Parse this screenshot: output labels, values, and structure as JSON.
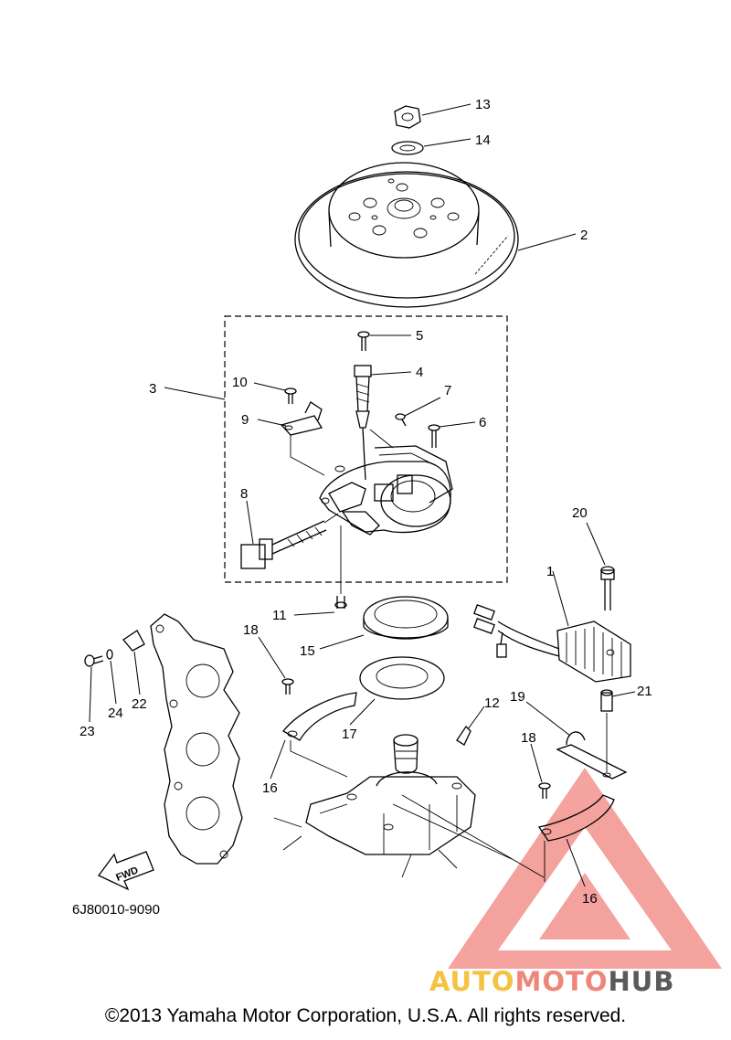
{
  "diagram": {
    "drawing_code": "6J80010-9090",
    "fwd_label": "FWD",
    "callouts": [
      "1",
      "2",
      "3",
      "4",
      "5",
      "6",
      "7",
      "8",
      "9",
      "10",
      "11",
      "12",
      "13",
      "14",
      "15",
      "16",
      "16",
      "17",
      "18",
      "18",
      "19",
      "20",
      "21",
      "22",
      "23",
      "24"
    ]
  },
  "watermark": {
    "part1": "AUTO",
    "part2": "MOTO",
    "part3": "HUB",
    "color1": "#f5c242",
    "color2": "#f0867a",
    "color3": "#5a5a5a",
    "triangle_color": "#e8332a"
  },
  "footer": {
    "copyright": "©2013 Yamaha Motor Corporation, U.S.A. All rights reserved."
  }
}
